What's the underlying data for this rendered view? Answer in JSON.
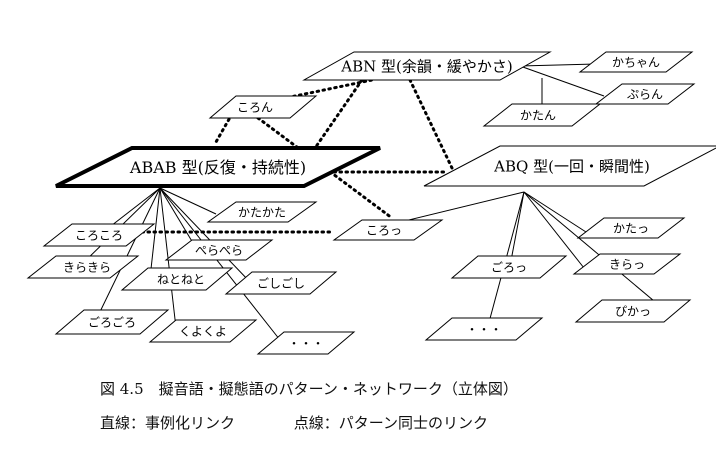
{
  "nodes": [
    {
      "id": "abn",
      "label": "ABN 型(余韻・緩やかさ)",
      "kind": "pattern"
    },
    {
      "id": "abab",
      "label": "ABAB 型(反復・持続性)",
      "kind": "pattern-bold"
    },
    {
      "id": "abq",
      "label": "ABQ 型(一回・瞬間性)",
      "kind": "pattern"
    },
    {
      "id": "kacchan",
      "label": "かちゃん",
      "kind": "word"
    },
    {
      "id": "puran",
      "label": "ぷらん",
      "kind": "word"
    },
    {
      "id": "katan",
      "label": "かたん",
      "kind": "word"
    },
    {
      "id": "koron",
      "label": "ころん",
      "kind": "word"
    },
    {
      "id": "katakata",
      "label": "かたかた",
      "kind": "word"
    },
    {
      "id": "korokoro",
      "label": "ころころ",
      "kind": "word"
    },
    {
      "id": "kirakira",
      "label": "きらきら",
      "kind": "word"
    },
    {
      "id": "perapera",
      "label": "ぺらぺら",
      "kind": "word"
    },
    {
      "id": "netoneto",
      "label": "ねとねと",
      "kind": "word"
    },
    {
      "id": "goshigoshi",
      "label": "ごしごし",
      "kind": "word"
    },
    {
      "id": "gorogoro",
      "label": "ごろごろ",
      "kind": "word"
    },
    {
      "id": "kuyokuyo",
      "label": "くよくよ",
      "kind": "word"
    },
    {
      "id": "dots1",
      "label": "・・・",
      "kind": "word"
    },
    {
      "id": "korokko",
      "label": "ころっ",
      "kind": "word"
    },
    {
      "id": "katatsu",
      "label": "かたっ",
      "kind": "word"
    },
    {
      "id": "gorokko",
      "label": "ごろっ",
      "kind": "word"
    },
    {
      "id": "kiratsu",
      "label": "きらっ",
      "kind": "word"
    },
    {
      "id": "pikatsu",
      "label": "ぴかっ",
      "kind": "word"
    },
    {
      "id": "dots2",
      "label": "・・・",
      "kind": "word"
    }
  ],
  "links": {
    "solid": [
      [
        "abn",
        "kacchan"
      ],
      [
        "abn",
        "puran"
      ],
      [
        "abn",
        "katan"
      ],
      [
        "abab",
        "katakata"
      ],
      [
        "abab",
        "korokoro"
      ],
      [
        "abab",
        "kirakira"
      ],
      [
        "abab",
        "perapera"
      ],
      [
        "abab",
        "netoneto"
      ],
      [
        "abab",
        "goshigoshi"
      ],
      [
        "abab",
        "gorogoro"
      ],
      [
        "abab",
        "kuyokuyo"
      ],
      [
        "abab",
        "dots1"
      ],
      [
        "abq",
        "korokko"
      ],
      [
        "abq",
        "katatsu"
      ],
      [
        "abq",
        "gorokko"
      ],
      [
        "abq",
        "kiratsu"
      ],
      [
        "abq",
        "pikatsu"
      ],
      [
        "abq",
        "dots2"
      ]
    ],
    "dotted": [
      [
        "abn",
        "abab"
      ],
      [
        "abn",
        "abq"
      ],
      [
        "abab",
        "abq"
      ],
      [
        "koron",
        "abn"
      ],
      [
        "koron",
        "abab"
      ],
      [
        "koron",
        "korokko"
      ],
      [
        "korokoro",
        "korokko"
      ]
    ]
  },
  "caption": {
    "figure": "図 4.5　擬音語・擬態語のパターン・ネットワーク（立体図）",
    "legend_solid": "直線：事例化リンク",
    "legend_dotted": "点線：パターン同士のリンク"
  }
}
